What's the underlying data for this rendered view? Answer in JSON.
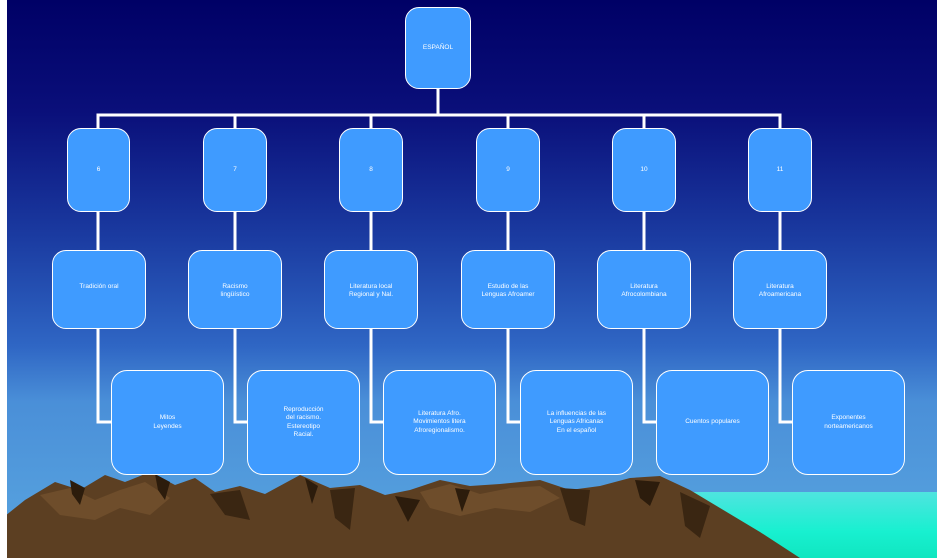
{
  "diagram": {
    "root": {
      "label": "ESPAÑOL"
    },
    "grades": [
      {
        "label": "6",
        "topic": "Tradición oral",
        "content": "Mitos\nLeyendes"
      },
      {
        "label": "7",
        "topic": "Racismo\nlingüístico",
        "content": "Reproducción\ndel racismo.\nEstereotipo\nRacial."
      },
      {
        "label": "8",
        "topic": "Literatura local\nRegional y Nal.",
        "content": "Literatura Afro.\nMovimientos litera\nAfroregionalismo."
      },
      {
        "label": "9",
        "topic": "Estudio de las\nLenguas Afroamer",
        "content": "La influencias de las\nLenguas Africanas\nEn el español"
      },
      {
        "label": "10",
        "topic": "Literatura\nAfrocolombiana",
        "content": "Cuentos populares"
      },
      {
        "label": "11",
        "topic": "Literatura\nAfroamericana",
        "content": "Exponentes\nnorteamericanos"
      }
    ]
  },
  "colors": {
    "node_fill": "#3f9bff",
    "node_border": "#ffffff",
    "connector": "#ffffff",
    "sky_top": "#000066",
    "sky_bottom": "#59a6e0",
    "sea": "#18f0d0",
    "mountain": "#5c3f22"
  }
}
